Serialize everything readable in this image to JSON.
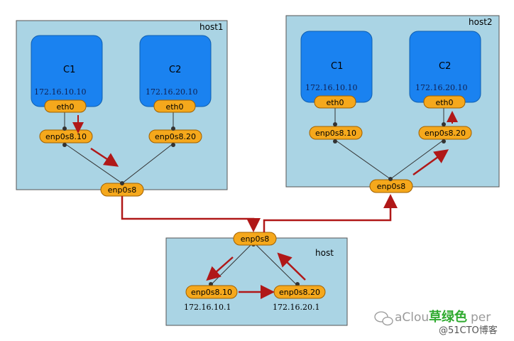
{
  "hosts": {
    "host1": {
      "label": "host1",
      "containers": [
        {
          "name": "C1",
          "ip": "172.16.10.10",
          "iface": "eth0",
          "vlan_iface": "enp0s8.10"
        },
        {
          "name": "C2",
          "ip": "172.16.20.10",
          "iface": "eth0",
          "vlan_iface": "enp0s8.20"
        }
      ],
      "uplink": "enp0s8"
    },
    "host2": {
      "label": "host2",
      "containers": [
        {
          "name": "C1",
          "ip": "172.16.10.10",
          "iface": "eth0",
          "vlan_iface": "enp0s8.10"
        },
        {
          "name": "C2",
          "ip": "172.16.20.10",
          "iface": "eth0",
          "vlan_iface": "enp0s8.20"
        }
      ],
      "uplink": "enp0s8"
    },
    "router": {
      "label": "host",
      "uplink": "enp0s8",
      "subifaces": [
        {
          "name": "enp0s8.10",
          "ip": "172.16.10.1"
        },
        {
          "name": "enp0s8.20",
          "ip": "172.16.20.1"
        }
      ]
    }
  },
  "watermark": {
    "brand_a": "aClou",
    "brand_b": "草绿色",
    "brand_c": "per",
    "site": "@51CTO博客"
  },
  "colors": {
    "host_bg": "#aad4e4",
    "container_bg": "#1a82f0",
    "iface_bg": "#f5a81c",
    "arrow": "#b01818"
  }
}
